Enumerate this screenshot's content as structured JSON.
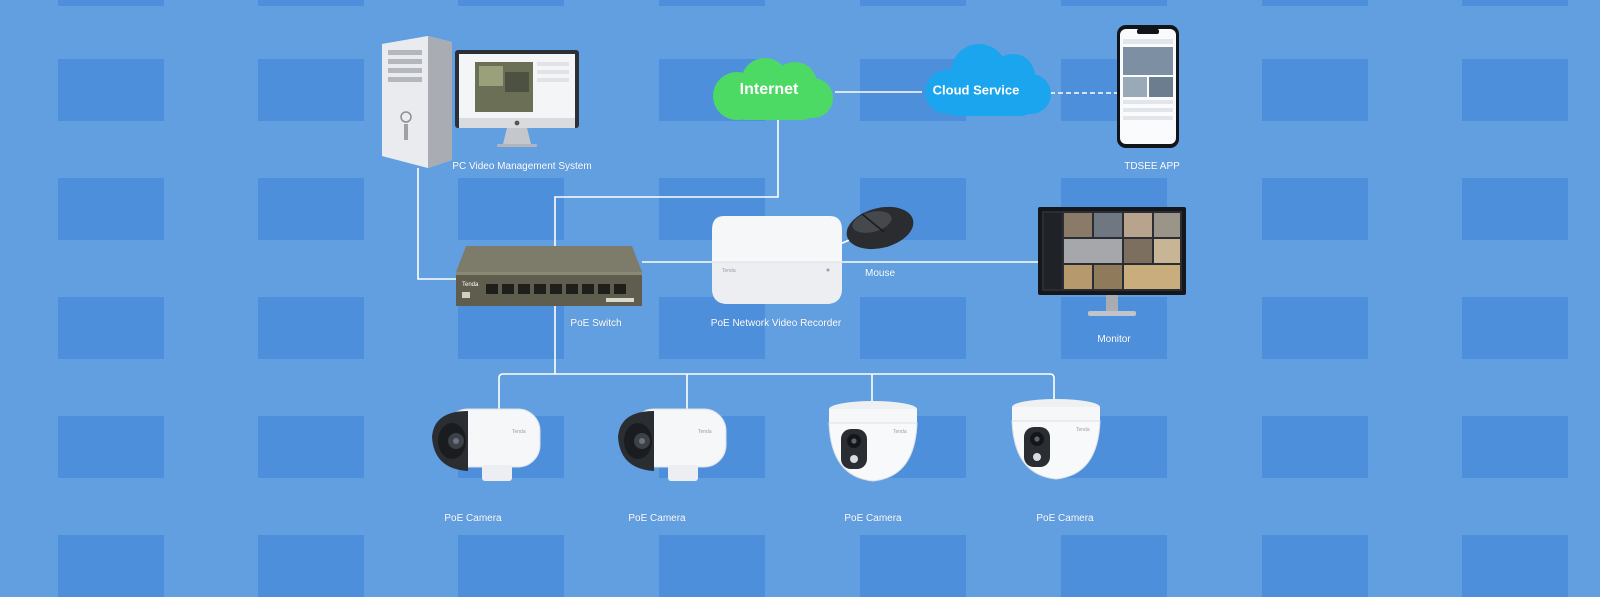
{
  "nodes": {
    "pc": {
      "label": "PC Video Management System"
    },
    "internet": {
      "label": "Internet"
    },
    "cloud": {
      "label": "Cloud Service"
    },
    "app": {
      "label": "TDSEE APP"
    },
    "switch": {
      "label": "PoE Switch",
      "brand": "Tenda"
    },
    "nvr": {
      "label": "PoE Network Video Recorder",
      "brand": "Tenda"
    },
    "mouse": {
      "label": "Mouse"
    },
    "monitor": {
      "label": "Monitor"
    },
    "cameras": [
      {
        "label": "PoE Camera",
        "kind": "bullet",
        "brand": "Tenda"
      },
      {
        "label": "PoE Camera",
        "kind": "bullet",
        "brand": "Tenda"
      },
      {
        "label": "PoE Camera",
        "kind": "dome",
        "brand": "Tenda"
      },
      {
        "label": "PoE Camera",
        "kind": "dome",
        "brand": "Tenda"
      }
    ]
  },
  "colors": {
    "background": "#629fe0",
    "tile": "#4e8fdc",
    "wire": "#ffffff",
    "internet_cloud": "#4cd964",
    "service_cloud": "#1aa5ee"
  }
}
